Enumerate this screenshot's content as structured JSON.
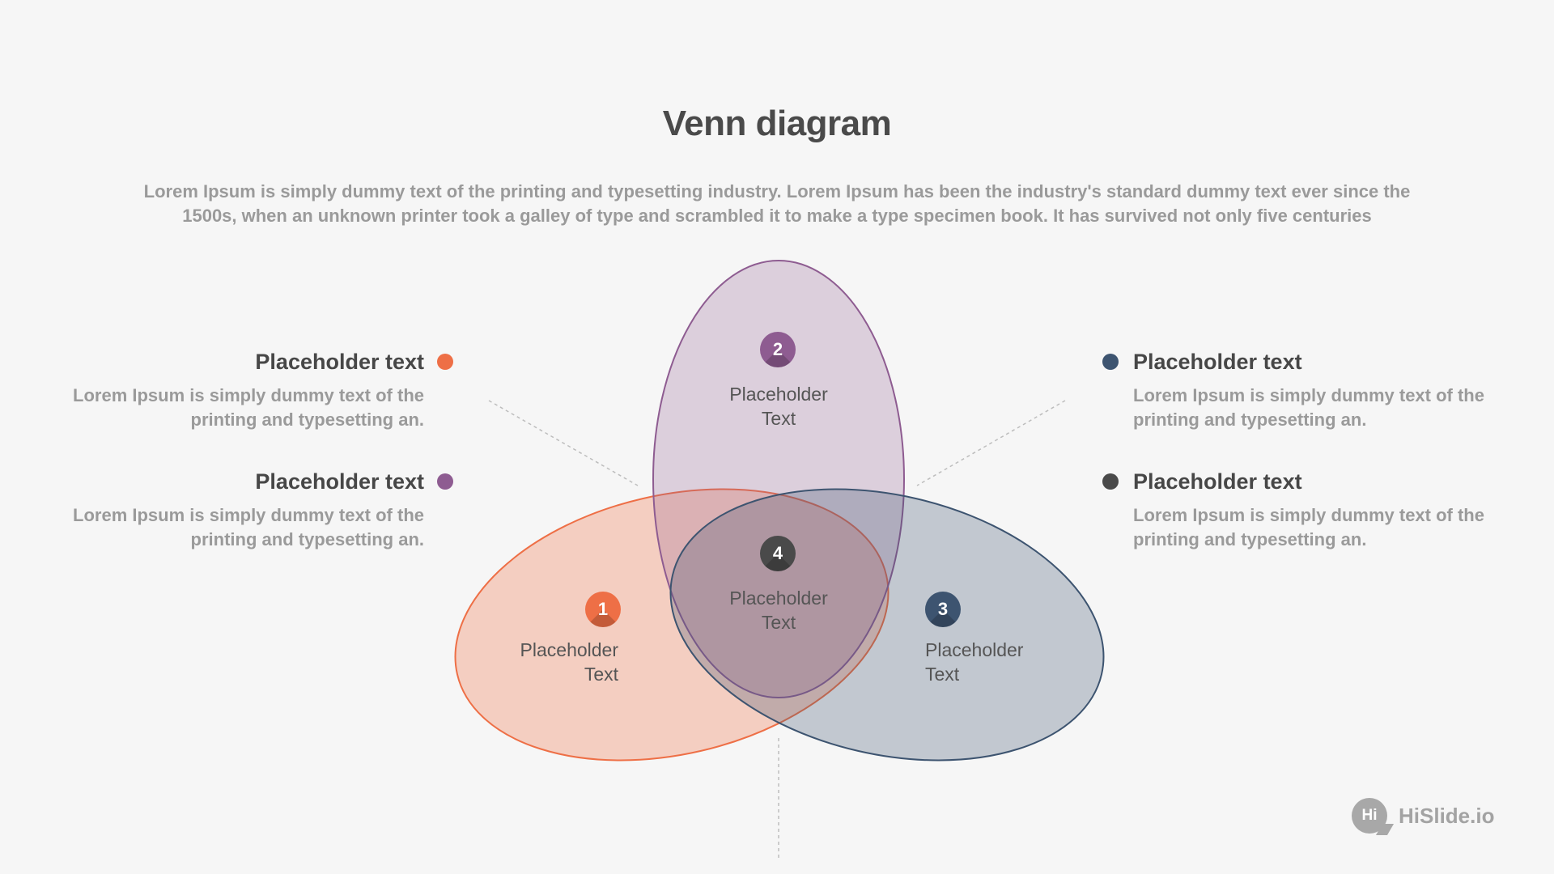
{
  "header": {
    "title": "Venn diagram",
    "description": "Lorem Ipsum is simply dummy text of the printing and typesetting industry. Lorem Ipsum has been the industry's standard dummy text ever since the 1500s, when an unknown printer took a galley of type and scrambled it to make a type specimen book. It has survived not only five centuries"
  },
  "colors": {
    "orange": "#ee6f46",
    "purple": "#8e5c91",
    "navy": "#3d5470",
    "dark": "#4a4a4a"
  },
  "legend": [
    {
      "title": "Placeholder text",
      "body": "Lorem Ipsum is simply dummy text of the printing and typesetting an.",
      "color": "orange"
    },
    {
      "title": "Placeholder text",
      "body": "Lorem Ipsum is simply dummy text of the printing and typesetting an.",
      "color": "purple"
    },
    {
      "title": "Placeholder text",
      "body": "Lorem Ipsum is simply dummy text of the printing and typesetting an.",
      "color": "navy"
    },
    {
      "title": "Placeholder text",
      "body": "Lorem Ipsum is simply dummy text of the printing and typesetting an.",
      "color": "dark"
    }
  ],
  "segments": [
    {
      "number": "1",
      "label_line1": "Placeholder",
      "label_line2": "Text",
      "color": "orange"
    },
    {
      "number": "2",
      "label_line1": "Placeholder",
      "label_line2": "Text",
      "color": "purple"
    },
    {
      "number": "3",
      "label_line1": "Placeholder",
      "label_line2": "Text",
      "color": "navy"
    },
    {
      "number": "4",
      "label_line1": "Placeholder",
      "label_line2": "Text",
      "color": "dark"
    }
  ],
  "brand": {
    "mark": "Hi",
    "name": "HiSlide.io"
  }
}
